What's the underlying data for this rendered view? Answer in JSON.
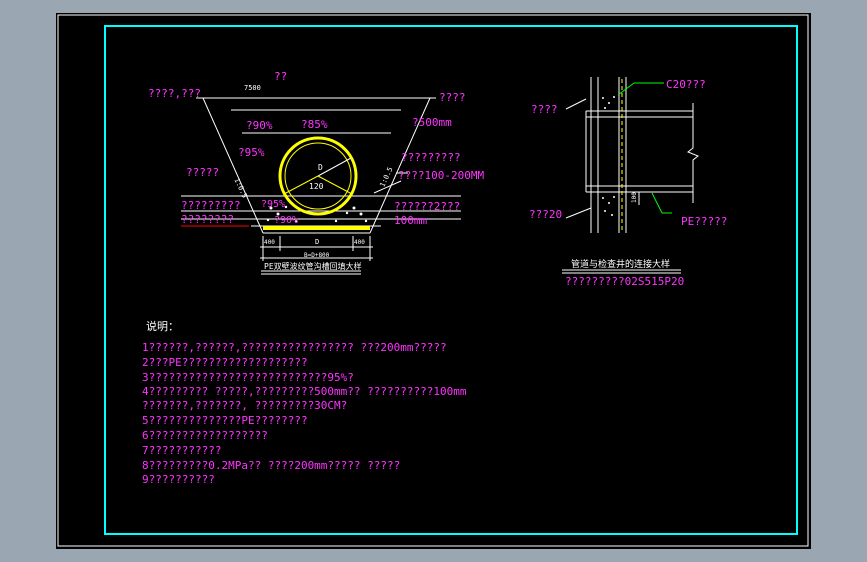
{
  "trench_section": {
    "top_label": "??",
    "top_left_label": "????,???",
    "top_right_label": "????",
    "compaction_left": "?90%",
    "compaction_top": "?85%",
    "compaction_side": "?95%",
    "side_label": "?????",
    "depth_label": "?500mm",
    "pipe_d": "D",
    "angle_120": "120",
    "slope_left": "1:0.5",
    "slope_right": "1:0.5",
    "right_label_1": "?????????",
    "right_label_2": "????100-200MM",
    "bed_left_1": "?????????",
    "bed_left_2": "????????",
    "bed_95": "?95%",
    "bed_90": "?90%",
    "right_label_3": "??????2???",
    "right_label_4": "100mm",
    "dim_left": "400",
    "dim_center": "D",
    "dim_right": "400",
    "dim_bottom": "B=D+800",
    "caption": "PE双壁波纹管沟槽回填大样"
  },
  "connection_detail": {
    "c20_label": "C20???",
    "left_label_top": "????",
    "left_label_bottom": "???20",
    "pe_label": "PE?????",
    "dim_vertical": "100",
    "caption": "管道与检查井的连接大样",
    "ref": "?????????02S515P20"
  },
  "notes": {
    "heading": "说明：",
    "lines": [
      "1??????,??????,?????????????????          ???200mm?????",
      "2???PE???????????????????",
      "3???????????????????????????95%?",
      "4?????????   ?????,?????????500mm??      ??????????100mm",
      "    ???????,???????,    ?????????30CM?",
      "5??????????????PE????????",
      "6??????????????????",
      "7???????????",
      "8?????????0.2MPa?? ????200mm?????   ?????",
      "9??????????"
    ]
  },
  "colors": {
    "background": "#000000",
    "frame": "#00ffff",
    "outer_frame": "#ffffff",
    "text_magenta": "#ff33ff",
    "line_white": "#ffffff",
    "pipe_yellow": "#ffff00",
    "leader_green": "#00ff00",
    "red_underline": "#ff0000"
  }
}
